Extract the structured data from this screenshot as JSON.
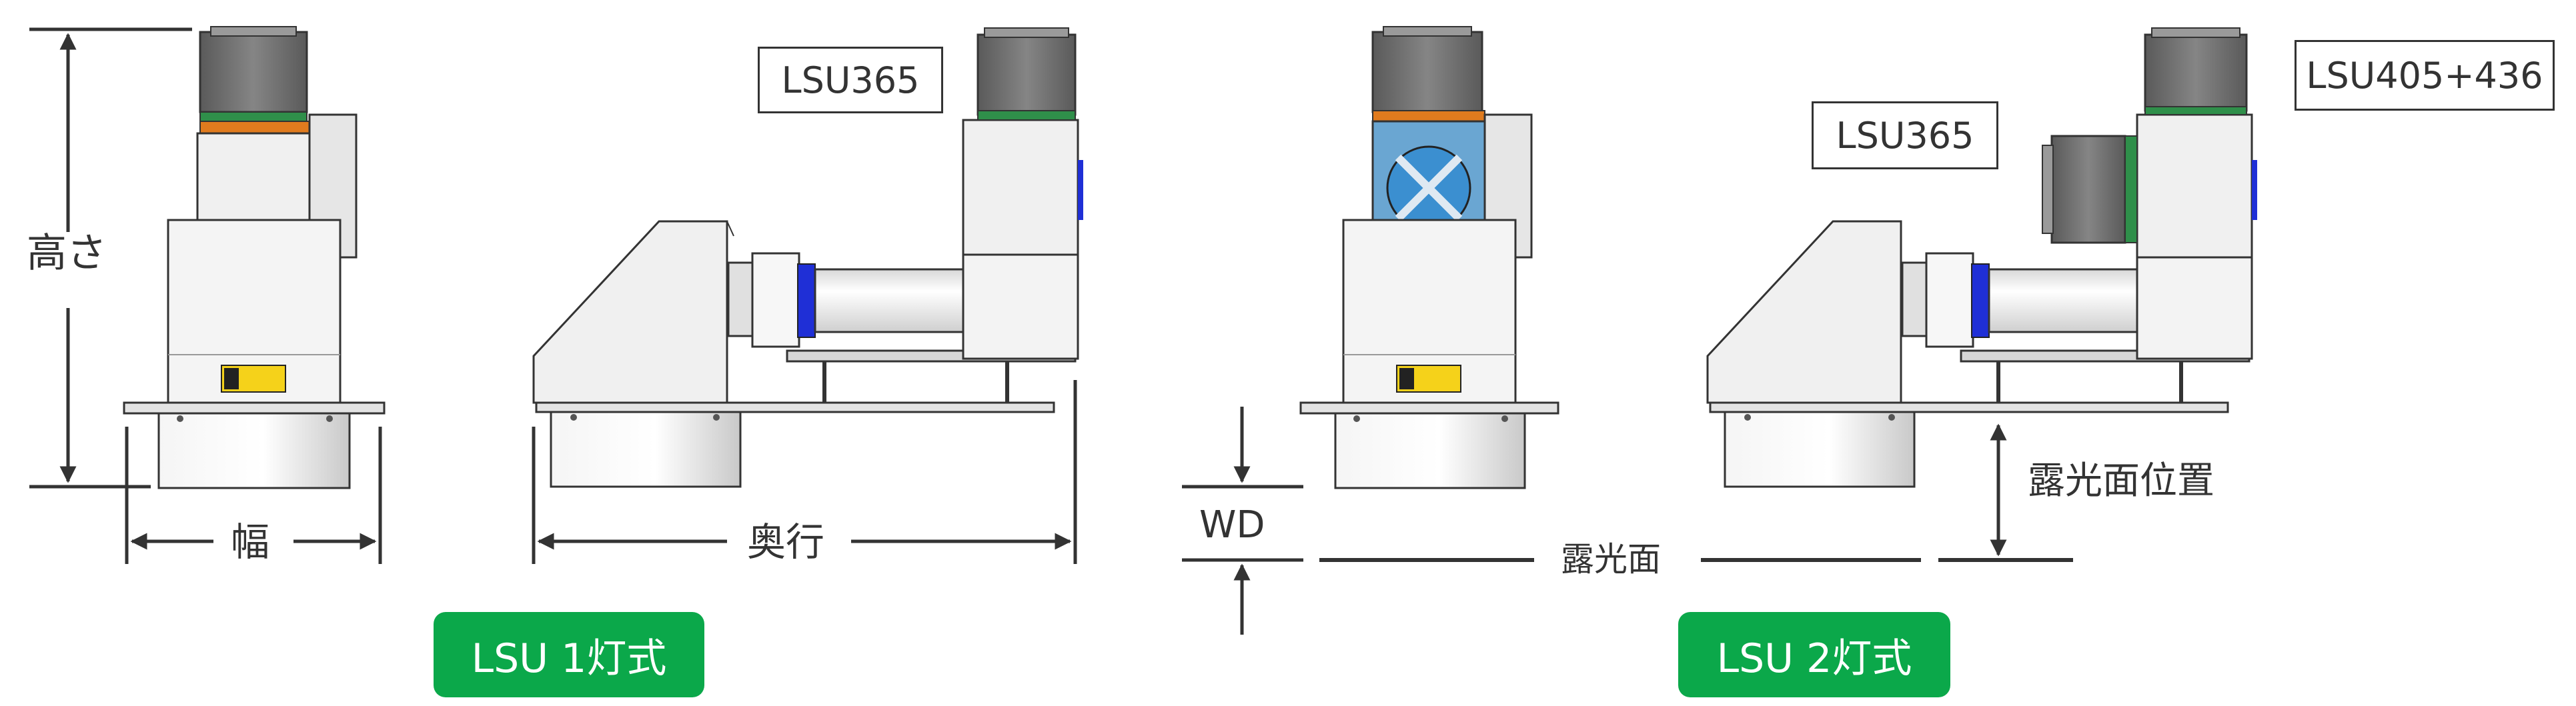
{
  "labels": {
    "height": "高さ",
    "width": "幅",
    "depth": "奥行",
    "wd": "WD",
    "exposure_surface": "露光面",
    "exposure_position": "露光面位置"
  },
  "model_boxes": {
    "left_lsu365": "LSU365",
    "right_lsu365": "LSU365",
    "right_lsu405_436": "LSU405+436"
  },
  "badges": {
    "single": "LSU 1灯式",
    "dual": "LSU 2灯式"
  },
  "colors": {
    "badge_green": "#0ba84a",
    "line_dark": "#333333",
    "body_light": "#f0f0f0",
    "motor_gray": "#6d6d6d",
    "accent_blue": "#1f2fd6",
    "fan_blue": "#3b8fd0",
    "orange_board": "#e07b1e",
    "warning_yellow": "#f5d21a"
  }
}
